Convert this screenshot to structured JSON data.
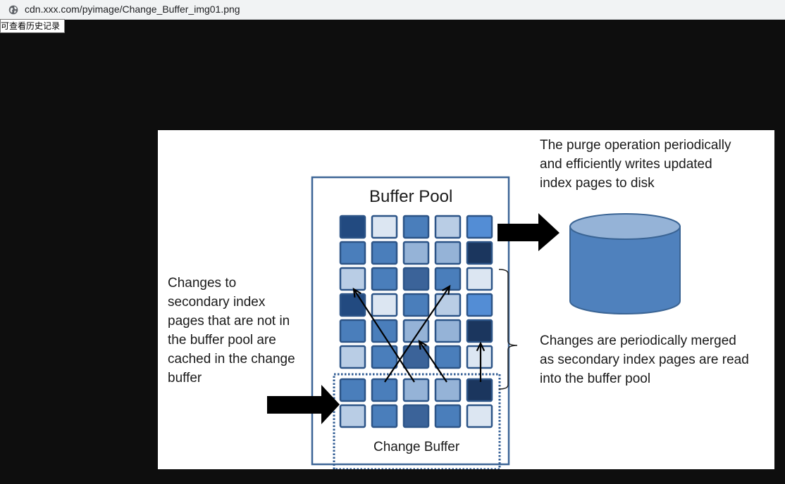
{
  "browser": {
    "url": "cdn.xxx.com/pyimage/Change_Buffer_img01.png",
    "url_icon": "globe-icon",
    "tooltip": "可查看历史记录"
  },
  "diagram": {
    "buffer_pool_title": "Buffer Pool",
    "change_buffer_label": "Change Buffer",
    "purge_text": "The purge operation periodically\nand efficiently writes updated\nindex pages to disk",
    "left_text": "Changes to\nsecondary index\npages that are not in\nthe buffer pool are\ncached in the change\nbuffer",
    "merge_text": "Changes are periodically merged\nas secondary index pages are read\ninto the buffer pool",
    "disk_icon": "disk-cylinder-icon",
    "colors": {
      "frame_border": "#3d6596",
      "darkest": "#1b365e",
      "dark": "#224a80",
      "mid_dark": "#3b6399",
      "mid": "#4a7ebb",
      "bright": "#538dd5",
      "light": "#95b3d7",
      "lighter": "#b9cde5",
      "lightest": "#dce6f2",
      "disk_body": "#4f81bd",
      "disk_top": "#95b3d7"
    },
    "grid_rows": [
      [
        "dark",
        "lightest",
        "mid",
        "lighter",
        "bright"
      ],
      [
        "mid",
        "mid",
        "light",
        "light",
        "darkest"
      ],
      [
        "lighter",
        "mid",
        "mid_dark",
        "mid",
        "lightest"
      ],
      [
        "dark",
        "lightest",
        "mid",
        "lighter",
        "bright"
      ],
      [
        "mid",
        "mid",
        "light",
        "light",
        "darkest"
      ],
      [
        "lighter",
        "mid",
        "mid_dark",
        "mid",
        "lightest"
      ],
      [
        "mid",
        "mid",
        "light",
        "light",
        "darkest"
      ],
      [
        "lighter",
        "mid",
        "mid_dark",
        "mid",
        "lightest"
      ]
    ]
  }
}
